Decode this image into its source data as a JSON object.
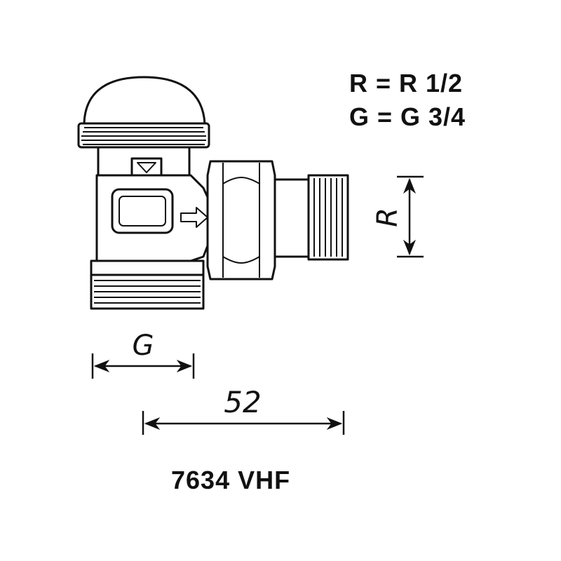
{
  "legend": {
    "r_line": "R = R 1/2",
    "g_line": "G = G 3/4"
  },
  "dimensions": {
    "r_label": "R",
    "g_label": "G",
    "length_label": "52"
  },
  "model_code": "7634 VHF",
  "colors": {
    "ink": "#111111",
    "background": "#ffffff"
  }
}
